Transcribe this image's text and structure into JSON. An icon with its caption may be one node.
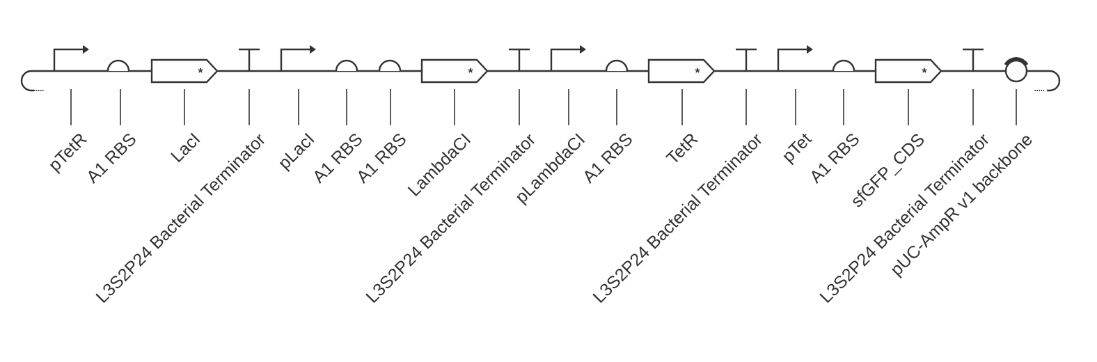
{
  "diagram": {
    "nodes": [
      {
        "text": [],
        "shape": "arrow"
      },
      {
        "text": [],
        "shape": "semicircle"
      },
      {
        "text": [
          "*"
        ]
      },
      {
        "text": [],
        "shape": "tee"
      },
      {
        "text": [],
        "shape": "arrow"
      },
      {
        "text": [],
        "shape": "semicircle"
      },
      {
        "text": [],
        "shape": "semicircle"
      },
      {
        "text": [
          "*"
        ]
      },
      {
        "text": [],
        "shape": "tee"
      },
      {
        "text": [],
        "shape": "arrow"
      },
      {
        "text": [],
        "shape": "semicircle"
      },
      {
        "text": [
          "*"
        ]
      },
      {
        "text": [],
        "shape": "tee"
      },
      {
        "text": [],
        "shape": "arrow"
      },
      {
        "text": [],
        "shape": "semicircle"
      },
      {
        "text": [
          "*"
        ]
      },
      {
        "text": [],
        "shape": "tee"
      },
      {
        "text": [],
        "shape": "circle"
      },
      {
        "text": [
          "pTetR"
        ]
      },
      {
        "text": [
          "A1 RBS"
        ]
      },
      {
        "text": [
          "LacI"
        ]
      },
      {
        "text": [
          "L3S2P24 Bacterial Terminator"
        ]
      },
      {
        "text": [
          "pLacI"
        ]
      },
      {
        "text": [
          "A1 RBS"
        ]
      },
      {
        "text": [
          "A1 RBS"
        ]
      },
      {
        "text": [
          "LambdaCI"
        ]
      },
      {
        "text": [
          "L3S2P24 Bacterial Terminator"
        ]
      },
      {
        "text": [
          "pLambdaCI"
        ]
      },
      {
        "text": [
          "A1 RBS"
        ]
      },
      {
        "text": [
          "TetR"
        ]
      },
      {
        "text": [
          "L3S2P24 Bacterial Terminator"
        ]
      },
      {
        "text": [
          "pTet"
        ]
      },
      {
        "text": [
          "A1 RBS"
        ]
      },
      {
        "text": [
          "sfGFP_CDS"
        ]
      },
      {
        "text": [
          "L3S2P24 Bacterial Terminator"
        ]
      },
      {
        "text": [
          "pUC-AmpR v1 backbone"
        ]
      }
    ],
    "edges": [
      {
        "from": 18,
        "to": 0,
        "arrow": "none"
      },
      {
        "from": 19,
        "to": 1,
        "arrow": "none"
      },
      {
        "from": 20,
        "to": 2,
        "arrow": "none"
      },
      {
        "from": 21,
        "to": 3,
        "arrow": "none"
      },
      {
        "from": 22,
        "to": 4,
        "arrow": "none"
      },
      {
        "from": 23,
        "to": 5,
        "arrow": "none"
      },
      {
        "from": 24,
        "to": 6,
        "arrow": "none"
      },
      {
        "from": 25,
        "to": 7,
        "arrow": "none"
      },
      {
        "from": 26,
        "to": 8,
        "arrow": "none"
      },
      {
        "from": 27,
        "to": 9,
        "arrow": "none"
      },
      {
        "from": 28,
        "to": 10,
        "arrow": "none"
      },
      {
        "from": 29,
        "to": 11,
        "arrow": "none"
      },
      {
        "from": 30,
        "to": 12,
        "arrow": "none"
      },
      {
        "from": 31,
        "to": 13,
        "arrow": "none"
      },
      {
        "from": 32,
        "to": 14,
        "arrow": "none"
      },
      {
        "from": 33,
        "to": 15,
        "arrow": "none"
      },
      {
        "from": 34,
        "to": 16,
        "arrow": "none"
      },
      {
        "from": 35,
        "to": 17,
        "arrow": "none"
      }
    ]
  }
}
